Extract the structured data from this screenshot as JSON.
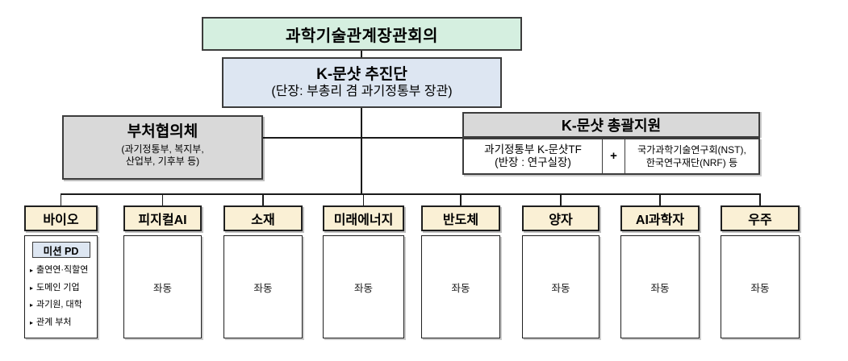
{
  "colors": {
    "council_bg": "#d5efe0",
    "taskforce_bg": "#dde6f2",
    "gray_bg": "#d9d9d9",
    "column_header_bg": "#faf0d5",
    "mission_pd_bg": "#dde6f2",
    "box_border": "#3c3c3c",
    "connector_line": "#1a1a1a"
  },
  "council": {
    "label": "과학기술관계장관회의"
  },
  "taskforce": {
    "title": "K-문샷 추진단",
    "subtitle": "(단장: 부총리 겸 과기정통부 장관)"
  },
  "ministry": {
    "title": "부처협의체",
    "sub1": "(과기정통부, 복지부,",
    "sub2": "산업부, 기후부 등)"
  },
  "support": {
    "title": "K-문샷 총괄지원",
    "tf1": "과기정통부 K-문샷TF",
    "tf2": "(반장 : 연구실장)",
    "plus": "+",
    "partner1": "국가과학기술연구회(NST),",
    "partner2": "한국연구재단(NRF) 등"
  },
  "projects": {
    "columns": [
      {
        "label": "바이오"
      },
      {
        "label": "피지컬AI",
        "body": "좌동"
      },
      {
        "label": "소재",
        "body": "좌동"
      },
      {
        "label": "미래에너지",
        "body": "좌동"
      },
      {
        "label": "반도체",
        "body": "좌동"
      },
      {
        "label": "양자",
        "body": "좌동"
      },
      {
        "label": "AI과학자",
        "body": "좌동"
      },
      {
        "label": "우주",
        "body": "좌동"
      }
    ],
    "bio_detail": {
      "mission_pd": "미션 PD",
      "bullets": [
        "출연연·직할연",
        "도메인 기업",
        "과기원, 대학",
        "관계 부처"
      ]
    }
  }
}
